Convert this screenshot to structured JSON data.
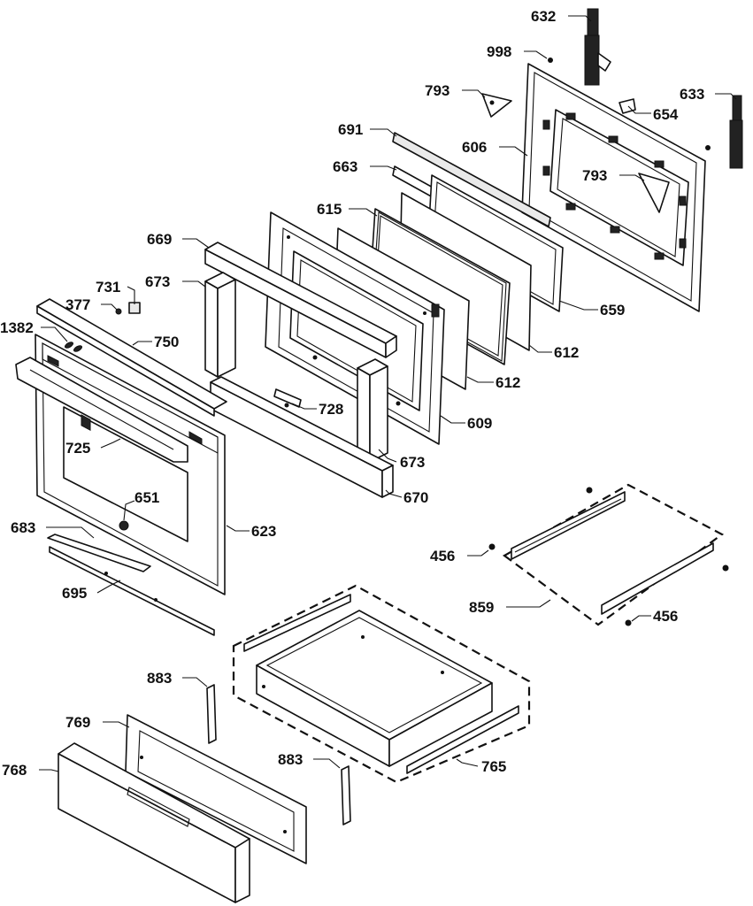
{
  "callouts": {
    "c632": "632",
    "c998": "998",
    "c793a": "793",
    "c633": "633",
    "c654": "654",
    "c691": "691",
    "c606": "606",
    "c793b": "793",
    "c663": "663",
    "c615": "615",
    "c669": "669",
    "c673a": "673",
    "c731": "731",
    "c377": "377",
    "c1382": "1382",
    "c750": "750",
    "c659": "659",
    "c612a": "612",
    "c612b": "612",
    "c728": "728",
    "c609": "609",
    "c673b": "673",
    "c725": "725",
    "c670": "670",
    "c651": "651",
    "c683": "683",
    "c623": "623",
    "c456a": "456",
    "c456b": "456",
    "c695": "695",
    "c859": "859",
    "c883a": "883",
    "c883b": "883",
    "c769": "769",
    "c765": "765",
    "c768": "768"
  }
}
